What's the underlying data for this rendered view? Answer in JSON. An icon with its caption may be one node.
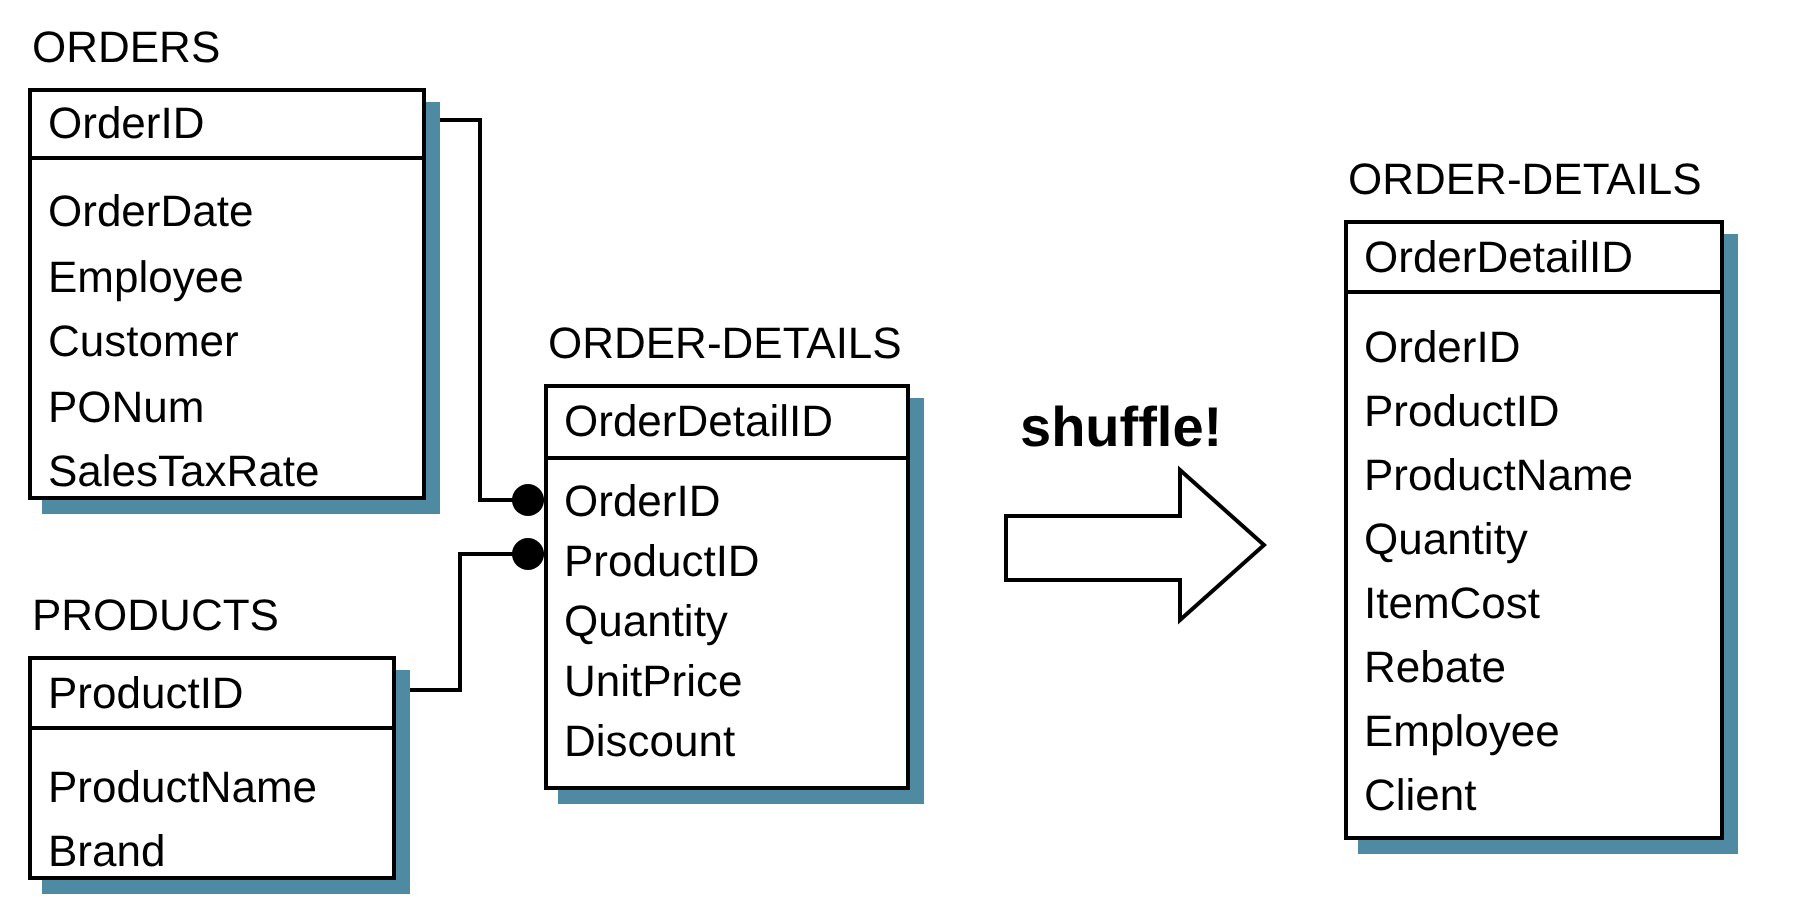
{
  "diagram": {
    "nodes": [
      {
        "text": [
          "ORDERS",
          "OrderID",
          "OrderDate",
          "Employee",
          "Customer",
          "PONum",
          "SalesTaxRate"
        ]
      },
      {
        "text": [
          "PRODUCTS",
          "ProductID",
          "ProductName",
          "Brand"
        ]
      },
      {
        "text": [
          "ORDER-DETAILS",
          "OrderDetailID",
          "OrderID",
          "ProductID",
          "Quantity",
          "UnitPrice",
          "Discount"
        ]
      },
      {
        "text": [
          "ORDER-DETAILS",
          "OrderDetailID",
          "OrderID",
          "ProductID",
          "ProductName",
          "Quantity",
          "ItemCost",
          "Rebate",
          "Employee",
          "Client"
        ]
      }
    ],
    "edges": [
      {
        "from": 0,
        "to": 2,
        "arrow": "other"
      },
      {
        "from": 1,
        "to": 2,
        "arrow": "other"
      },
      {
        "from": 2,
        "to": 3,
        "arrow": "to",
        "label": "shuffle!",
        "style": "thick"
      }
    ]
  }
}
